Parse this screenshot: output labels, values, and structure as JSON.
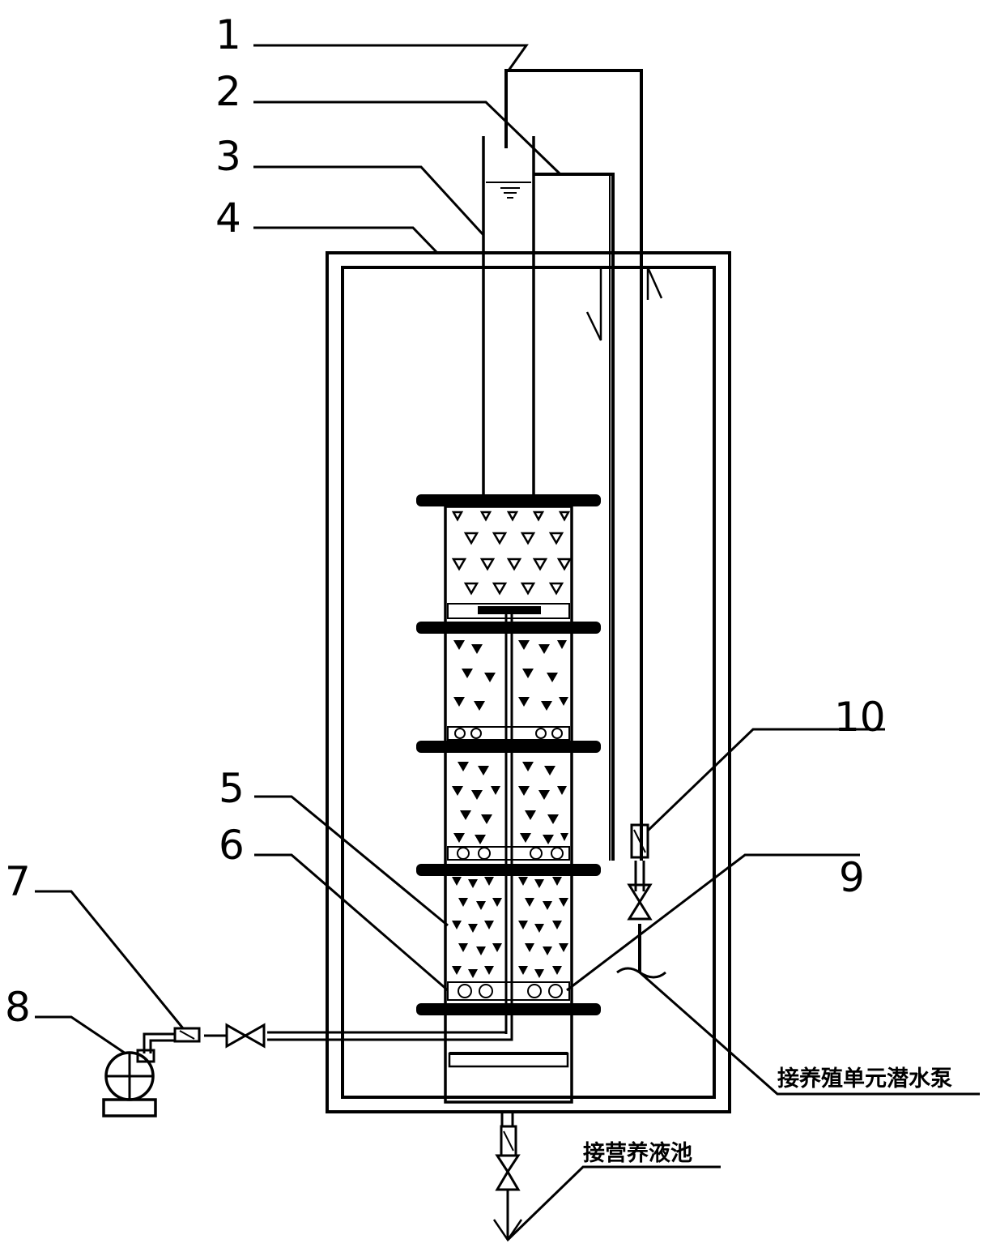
{
  "labels": {
    "l1": "1",
    "l2": "2",
    "l3": "3",
    "l4": "4",
    "l5": "5",
    "l6": "6",
    "l7": "7",
    "l8": "8",
    "l9": "9",
    "l10": "10"
  },
  "annotations": {
    "pump_connection": "接养殖单元潜水泵",
    "tank_connection": "接营养液池"
  },
  "colors": {
    "line": "#000000",
    "background": "#ffffff"
  }
}
